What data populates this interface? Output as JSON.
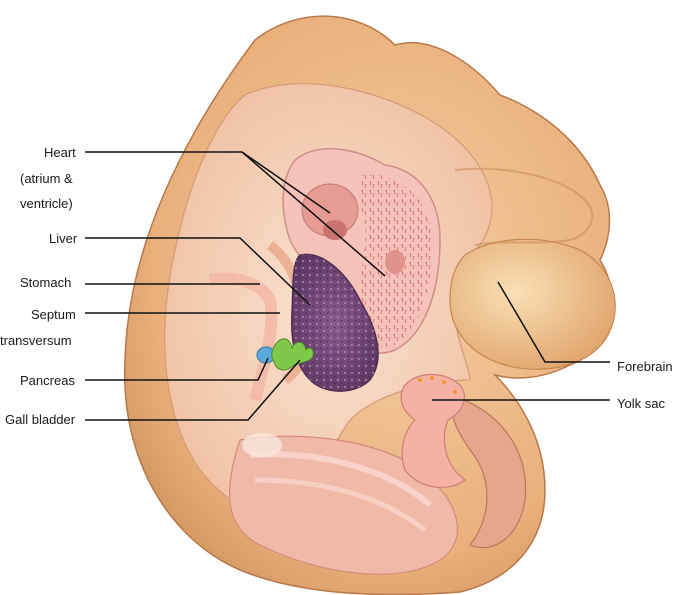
{
  "labels": {
    "heart_line1": "Heart",
    "heart_line2": "(atrium &",
    "heart_line3": "ventricle)",
    "liver": "Liver",
    "stomach": "Stomach",
    "septum_line1": "Septum",
    "septum_line2": "transversum",
    "pancreas": "Pancreas",
    "gall_bladder": "Gall bladder",
    "forebrain": "Forebrain",
    "yolk_sac": "Yolk sac"
  },
  "colors": {
    "embryo_outer": "#e8b07a",
    "embryo_inner": "#f3c9a8",
    "heart": "#f4b5ae",
    "liver": "#7a4a7e",
    "pancreas": "#5aa9d8",
    "gall_bladder": "#7ec94a",
    "leader_line": "#111111"
  }
}
